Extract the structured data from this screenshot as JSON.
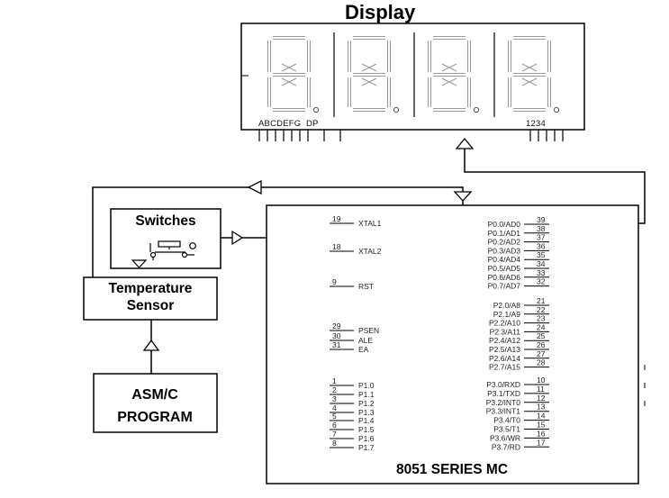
{
  "display": {
    "title": "Display",
    "segment_label": "ABCDEFG  DP",
    "digit_label": "1234",
    "digit_count": 4
  },
  "switches": {
    "title": "Switches"
  },
  "sensor": {
    "line1": "Temperature",
    "line2": "Sensor"
  },
  "program": {
    "line1": "ASM/C",
    "line2": "PROGRAM"
  },
  "mcu": {
    "title": "8051 SERIES MC",
    "left_pins": [
      {
        "num": "19",
        "name": "XTAL1"
      },
      {
        "num": "18",
        "name": "XTAL2"
      },
      {
        "num": "9",
        "name": "RST"
      },
      {
        "num": "29",
        "name": "PSEN"
      },
      {
        "num": "30",
        "name": "ALE"
      },
      {
        "num": "31",
        "name": "EA"
      },
      {
        "num": "1",
        "name": "P1.0"
      },
      {
        "num": "2",
        "name": "P1.1"
      },
      {
        "num": "3",
        "name": "P1.2"
      },
      {
        "num": "4",
        "name": "P1.3"
      },
      {
        "num": "5",
        "name": "P1.4"
      },
      {
        "num": "6",
        "name": "P1.5"
      },
      {
        "num": "7",
        "name": "P1.6"
      },
      {
        "num": "8",
        "name": "P1.7"
      }
    ],
    "right_pins": [
      {
        "num": "39",
        "name": "P0.0/AD0"
      },
      {
        "num": "38",
        "name": "P0.1/AD1"
      },
      {
        "num": "37",
        "name": "P0.2/AD2"
      },
      {
        "num": "36",
        "name": "P0.3/AD3"
      },
      {
        "num": "35",
        "name": "P0.4/AD4"
      },
      {
        "num": "34",
        "name": "P0.5/AD5"
      },
      {
        "num": "33",
        "name": "P0.6/AD6"
      },
      {
        "num": "32",
        "name": "P0.7/AD7"
      },
      {
        "num": "21",
        "name": "P2.0/A8"
      },
      {
        "num": "22",
        "name": "P2.1/A9"
      },
      {
        "num": "23",
        "name": "P2.2/A10"
      },
      {
        "num": "24",
        "name": "P2.3/A11"
      },
      {
        "num": "25",
        "name": "P2.4/A12"
      },
      {
        "num": "26",
        "name": "P2.5/A13"
      },
      {
        "num": "27",
        "name": "P2.6/A14"
      },
      {
        "num": "28",
        "name": "P2.7/A15"
      },
      {
        "num": "10",
        "name": "P3.0/RXD"
      },
      {
        "num": "11",
        "name": "P3.1/TXD"
      },
      {
        "num": "12",
        "name": "P3.2/INT0"
      },
      {
        "num": "13",
        "name": "P3.3/INT1"
      },
      {
        "num": "14",
        "name": "P3.4/T0"
      },
      {
        "num": "15",
        "name": "P3.5/T1"
      },
      {
        "num": "16",
        "name": "P3.6/WR"
      },
      {
        "num": "17",
        "name": "P3.7/RD"
      }
    ]
  }
}
